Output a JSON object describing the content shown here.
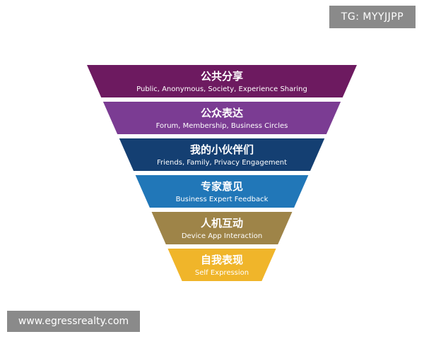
{
  "tag_label": "TG: MYYJJPP",
  "watermark": "www.egressrealty.com",
  "tiers": [
    {
      "title": "公共分享",
      "subtitle": "Public, Anonymous, Society, Experience Sharing",
      "color": "#6d1a60"
    },
    {
      "title": "公众表达",
      "subtitle": "Forum, Membership, Business Circles",
      "color": "#7b3c93"
    },
    {
      "title": "我的小伙伴们",
      "subtitle": "Friends, Family, Privacy Engagement",
      "color": "#143f72"
    },
    {
      "title": "专家意见",
      "subtitle": "Business Expert Feedback",
      "color": "#2177b8"
    },
    {
      "title": "人机互动",
      "subtitle": "Device App Interaction",
      "color": "#9e8448"
    },
    {
      "title": "自我表现",
      "subtitle": "Self Expression",
      "color": "#f0b52a"
    }
  ]
}
